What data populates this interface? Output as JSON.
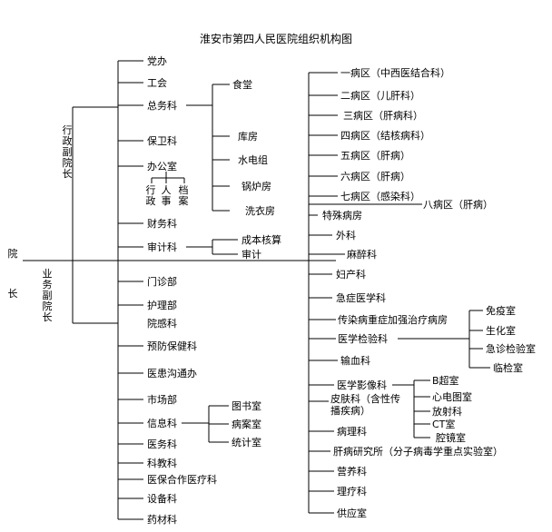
{
  "title": "淮安市第四人民医院组织机构图",
  "root": "院长",
  "admin_vp": "行政副院长",
  "business_vp": "业务副院长",
  "admin": {
    "items": [
      "党办",
      "工会",
      "总务科",
      "保卫科",
      "办公室",
      "财务科",
      "审计科"
    ],
    "zongwu_sub": [
      "食堂",
      "库房",
      "水电组",
      "锅炉房",
      "洗衣房"
    ],
    "office_sub": [
      "行政",
      "人事",
      "档案"
    ],
    "audit_sub": [
      "成本核算",
      "审计"
    ]
  },
  "business_left": {
    "items": [
      "门诊部",
      "护理部",
      "院感科",
      "预防保健科",
      "医患沟通办",
      "市场部",
      "信息科",
      "医务科",
      "科教科",
      "医保合作医疗科",
      "设备科",
      "药材科"
    ],
    "info_sub": [
      "图书室",
      "病案室",
      "统计室"
    ]
  },
  "business_right": {
    "items": [
      "一病区（中西医结合科）",
      "二病区（儿肝科）",
      "三病区（肝病科）",
      "四病区（结核病科）",
      "五病区（肝病）",
      "六病区（肝病）",
      "七病区（感染科）",
      "八病区（肝病）",
      "特殊病房",
      "外科",
      "麻醉科",
      "妇产科",
      "急症医学科",
      "传染病重症加强治疗病房",
      "医学检验科",
      "输血科",
      "医学影像科",
      "皮肤科（含性传播疾病）",
      "病理科",
      "肝病研究所（分子病毒学重点实验室）",
      "营养科",
      "理疗科",
      "供应室"
    ],
    "lab_sub": [
      "免疫室",
      "生化室",
      "急诊检验室",
      "临检室"
    ],
    "imaging_sub": [
      "B超室",
      "心电图室",
      "放射科",
      "CT室",
      "腔镜室"
    ]
  }
}
